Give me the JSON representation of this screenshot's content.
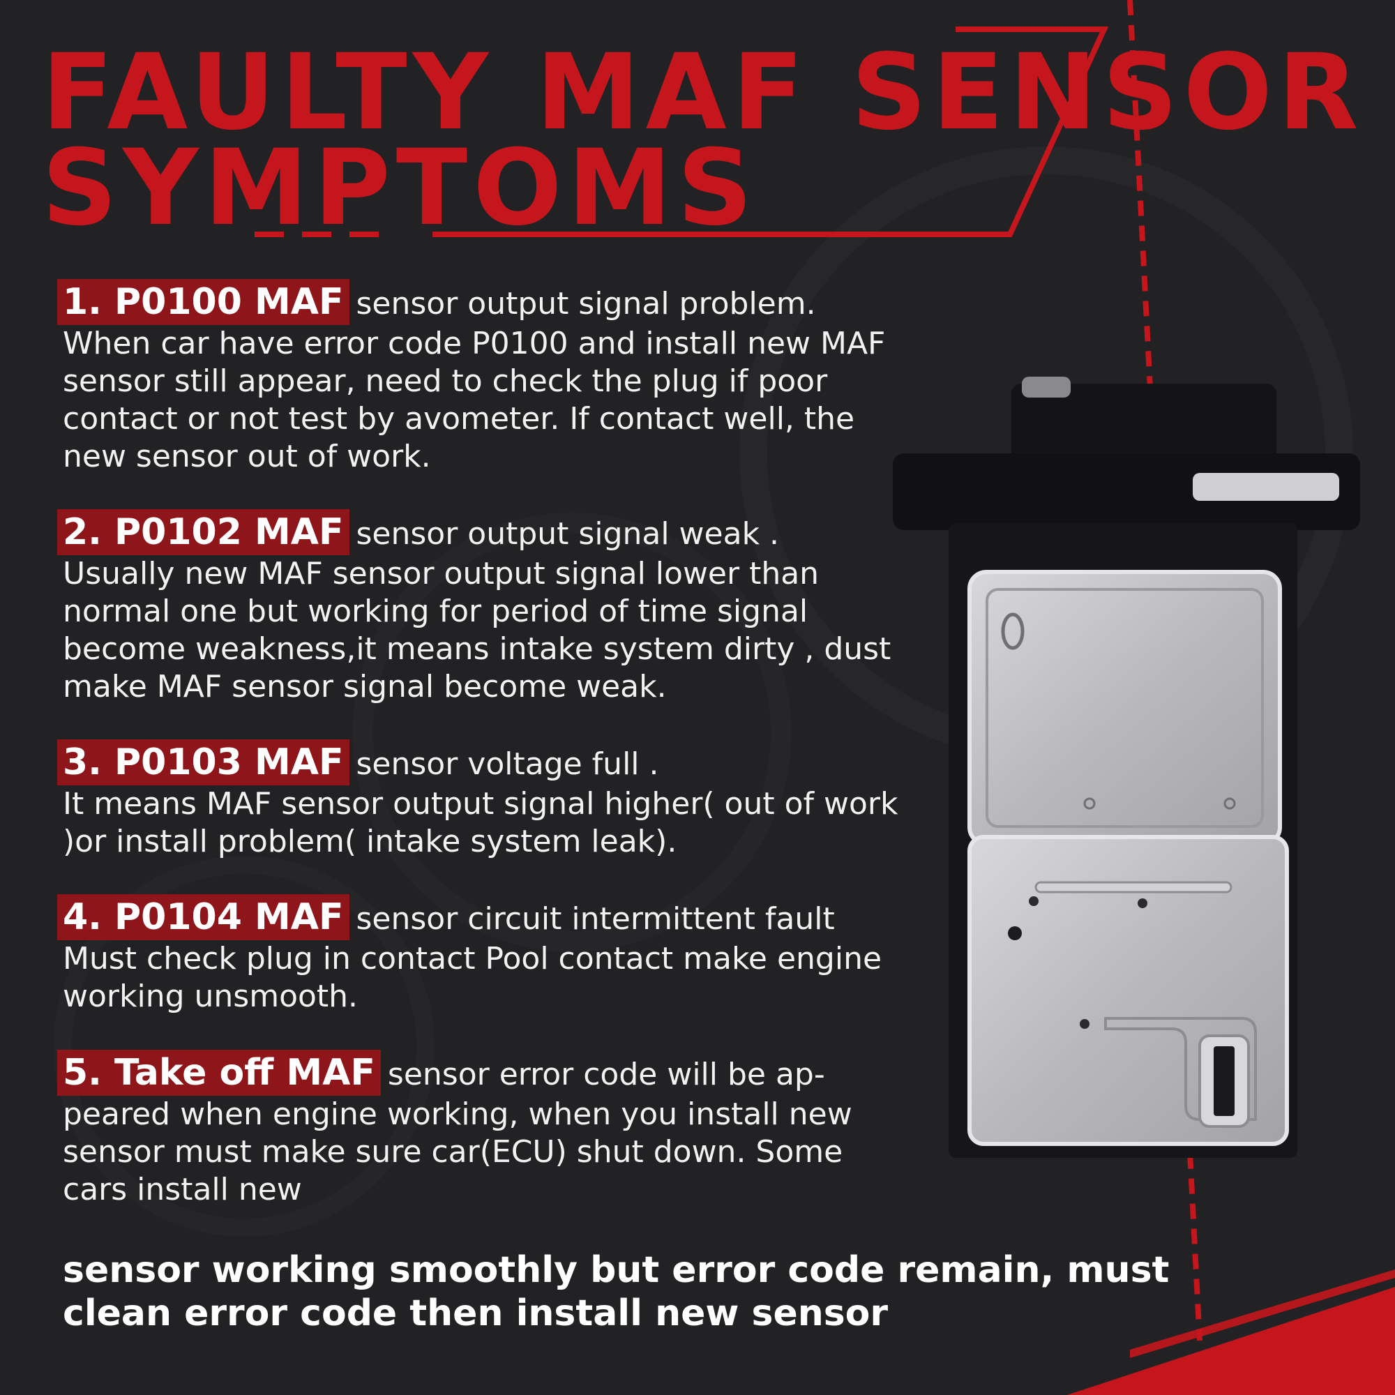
{
  "title": {
    "line1": "FAULTY MAF SENSOR",
    "line2": "SYMPTOMS"
  },
  "colors": {
    "accent": "#c4161c",
    "badge": "#8e1519",
    "background": "#222224",
    "text": "#f2f2f2"
  },
  "items": [
    {
      "badge": "1. P0100 MAF",
      "lead": "sensor output signal problem.",
      "body": "When car have error code P0100 and install new MAF sensor still appear, need to check the plug if poor contact or not test by avometer.  If contact well, the new sensor out of work."
    },
    {
      "badge": "2. P0102 MAF",
      "lead": "sensor output signal weak .",
      "body": "Usually new MAF sensor output signal lower than normal one but working for period of time signal become weakness,it means intake system dirty , dust make MAF sensor signal become weak."
    },
    {
      "badge": "3. P0103 MAF",
      "lead": "sensor voltage full .",
      "body": "It means MAF sensor output signal higher( out of work )or install problem( intake system leak)."
    },
    {
      "badge": "4. P0104 MAF",
      "lead": "sensor circuit intermittent fault",
      "body": "Must check plug in contact Pool contact make engine working unsmooth."
    },
    {
      "badge": "5. Take off MAF",
      "lead": "sensor error code will be ap-",
      "body": "peared when engine working, when you install new sensor must make sure car(ECU) shut down.  Some cars install new"
    }
  ],
  "final_note": "sensor working smoothly but error code remain, must clean error code then install new sensor"
}
